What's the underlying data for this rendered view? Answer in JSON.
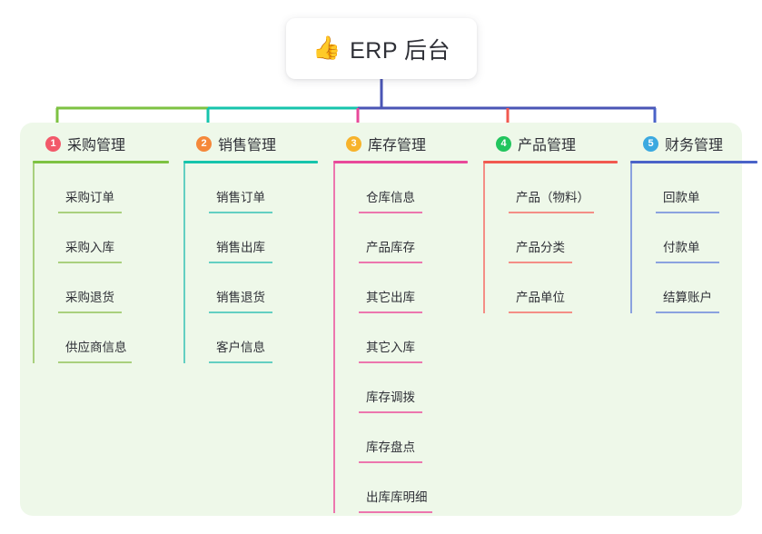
{
  "root": {
    "icon": "thumbs-up-emoji",
    "icon_glyph": "👍",
    "title": "ERP 后台"
  },
  "theme": {
    "panel_bg": "#eef8e9",
    "page_bg": "#ffffff",
    "text": "#2f3037",
    "root_connector": "#4a55b5"
  },
  "trunk": {
    "segments": [
      {
        "name": "trunk-left-green",
        "color": "#7dc242"
      },
      {
        "name": "trunk-mid-teal",
        "color": "#16c4ac"
      },
      {
        "name": "trunk-right-blue",
        "color": "#4a55b5"
      }
    ]
  },
  "columns": [
    {
      "number": "1",
      "title": "采购管理",
      "badge_color": "#f2596a",
      "line_color": "#7dc242",
      "leaf_line_color": "#a9d07d",
      "items": [
        {
          "label": "采购订单"
        },
        {
          "label": "采购入库"
        },
        {
          "label": "采购退货"
        },
        {
          "label": "供应商信息"
        }
      ]
    },
    {
      "number": "2",
      "title": "销售管理",
      "badge_color": "#f5883a",
      "line_color": "#16c4ac",
      "leaf_line_color": "#63cfc2",
      "items": [
        {
          "label": "销售订单"
        },
        {
          "label": "销售出库"
        },
        {
          "label": "销售退货"
        },
        {
          "label": "客户信息"
        }
      ]
    },
    {
      "number": "3",
      "title": "库存管理",
      "badge_color": "#f7b32b",
      "line_color": "#e8499a",
      "leaf_line_color": "#ec76ae",
      "items": [
        {
          "label": "仓库信息"
        },
        {
          "label": "产品库存"
        },
        {
          "label": "其它出库"
        },
        {
          "label": "其它入库"
        },
        {
          "label": "库存调拨"
        },
        {
          "label": "库存盘点"
        },
        {
          "label": "出库库明细"
        }
      ]
    },
    {
      "number": "4",
      "title": "产品管理",
      "badge_color": "#22c55e",
      "line_color": "#f1594f",
      "leaf_line_color": "#f48e86",
      "items": [
        {
          "label": "产品（物料）"
        },
        {
          "label": "产品分类"
        },
        {
          "label": "产品单位"
        }
      ]
    },
    {
      "number": "5",
      "title": "财务管理",
      "badge_color": "#3ba9e0",
      "line_color": "#4a63c8",
      "leaf_line_color": "#8ba2df",
      "items": [
        {
          "label": "回款单"
        },
        {
          "label": "付款单"
        },
        {
          "label": "结算账户"
        }
      ]
    }
  ]
}
